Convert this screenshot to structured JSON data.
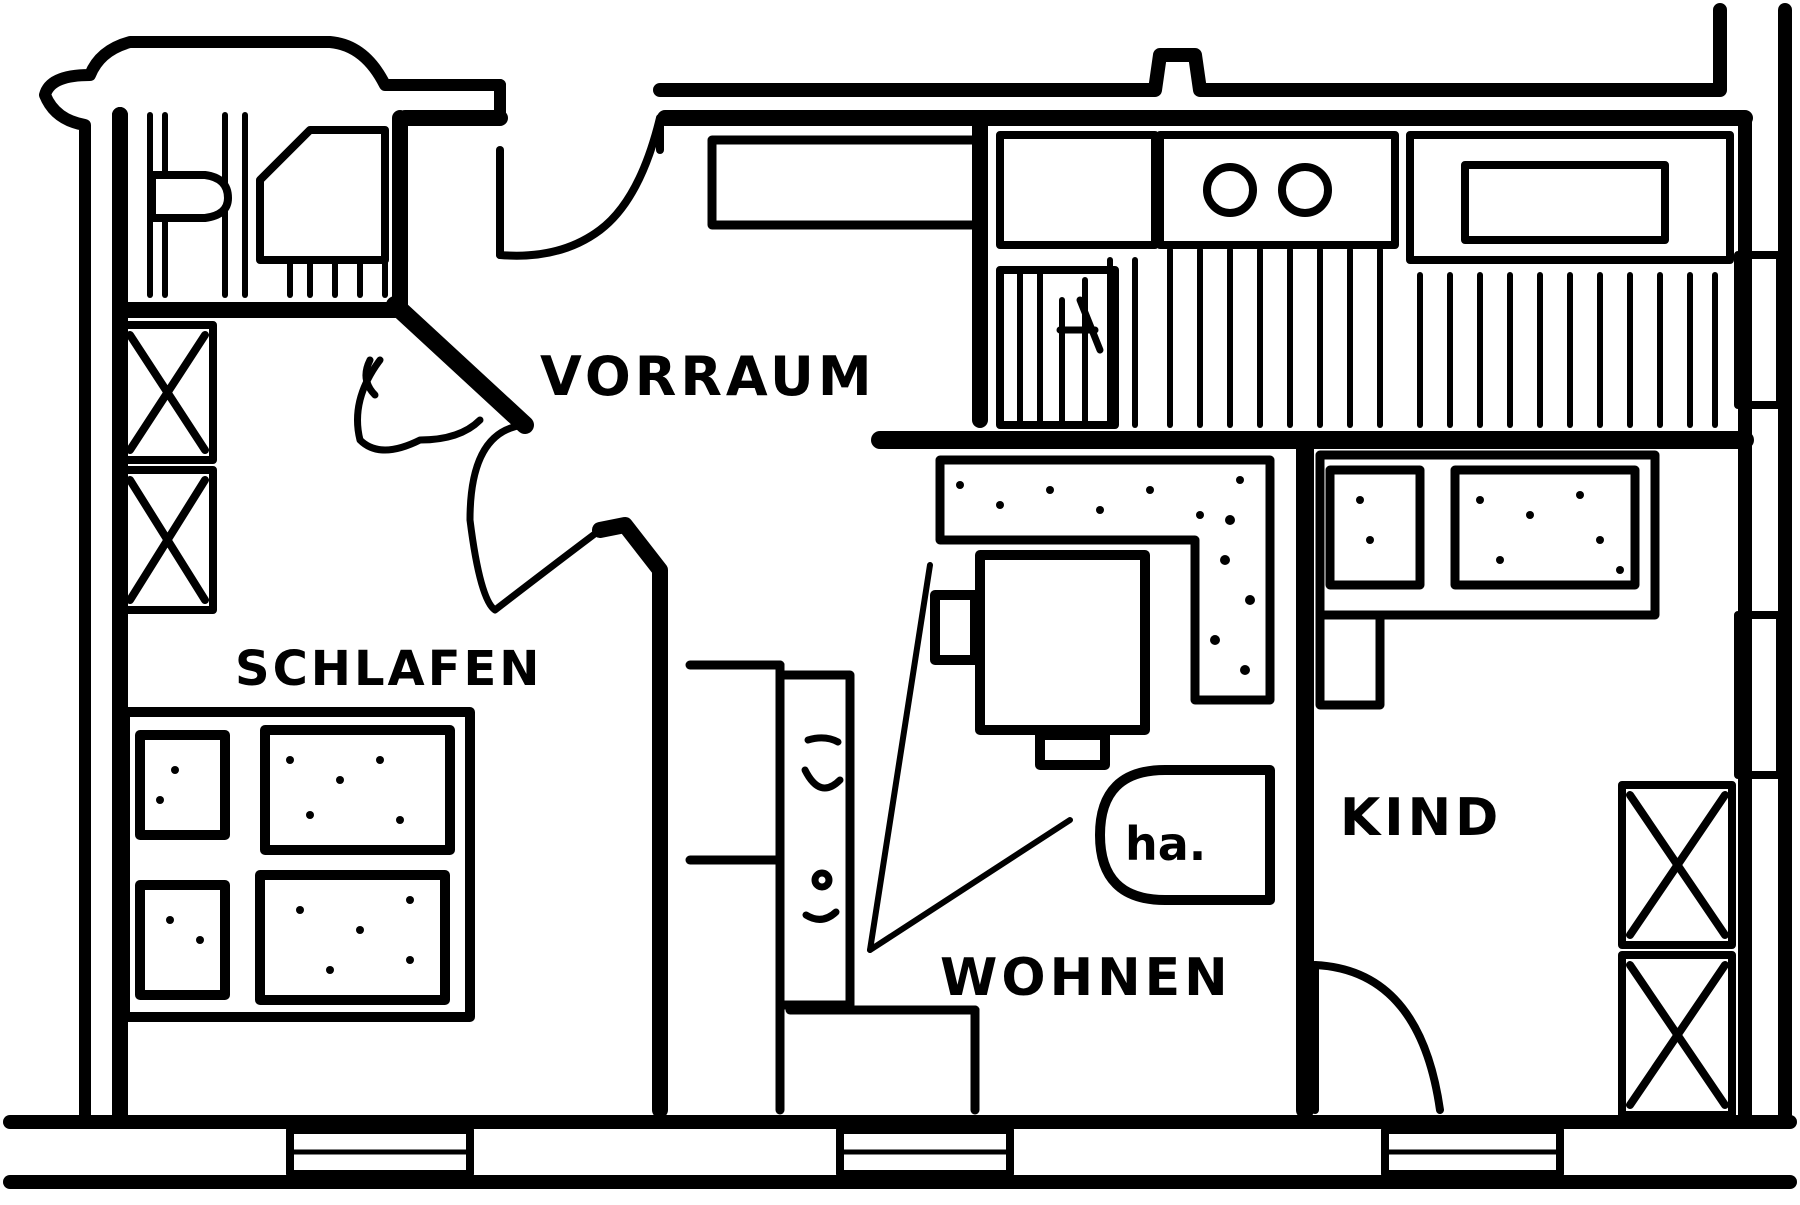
{
  "plan": {
    "colors": {
      "ink": "#000000",
      "paper": "#ffffff"
    },
    "rooms": {
      "vorraum": "VORRAUM",
      "schlafen": "SCHLAFEN",
      "wohnen": "WOHNEN",
      "kind": "KIND"
    },
    "fixture_marks": {
      "table_mark": "ha."
    },
    "icons": [
      "wardrobe-icon",
      "bed-icon",
      "sofa-icon",
      "table-icon",
      "stove-icon",
      "sink-icon",
      "toilet-icon",
      "door-swing-icon",
      "shelving-icon"
    ]
  }
}
